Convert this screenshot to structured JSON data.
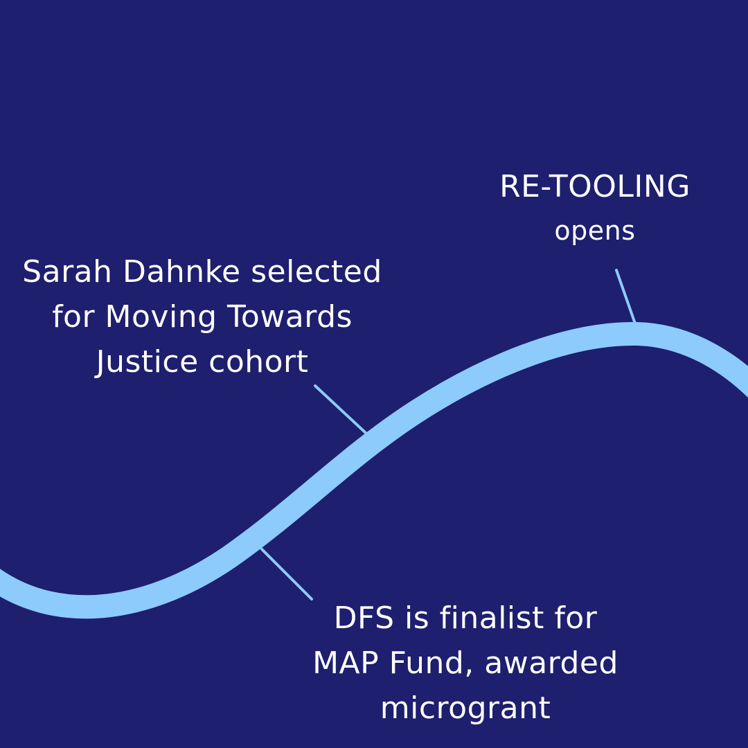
{
  "background_color": "#1e1f6e",
  "wave_color": "#8ccbfb",
  "events": [
    {
      "id": "retooling",
      "lines": [
        "RE-TOOLING",
        "opens"
      ]
    },
    {
      "id": "sarah",
      "lines": [
        "Sarah Dahnke selected",
        "for Moving Towards",
        "Justice cohort"
      ]
    },
    {
      "id": "dfs",
      "lines": [
        "DFS is finalist for",
        "MAP Fund, awarded",
        "microgrant"
      ]
    }
  ]
}
